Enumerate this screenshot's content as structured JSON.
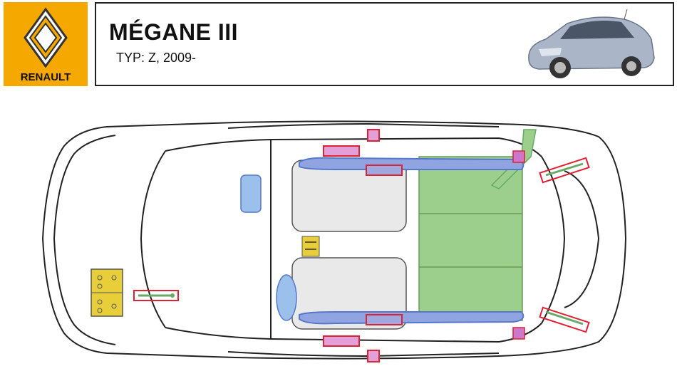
{
  "brand": {
    "name": "RENAULT",
    "logo_color": "#f5a800"
  },
  "header": {
    "model": "MÉGANE III",
    "type_line": "TYP: Z, 2009-",
    "photo_icon": "car-photo-icon"
  },
  "diagram": {
    "view": "top-view-car-outline",
    "colors": {
      "curtain_airbag": "#5577cc",
      "front_airbag": "#8fb4e8",
      "battery": "#e8cf3a",
      "seat_zone": "#9ccf8c",
      "marker_outline": "#dd2233",
      "gas_generator": "#cc77cc",
      "component_green": "#66aa66"
    },
    "icons": [
      "fuse-box-icon",
      "battery-icon",
      "steering-airbag-icon",
      "pretensioner-icon",
      "curtain-airbag-icon",
      "gas-strut-icon"
    ]
  }
}
